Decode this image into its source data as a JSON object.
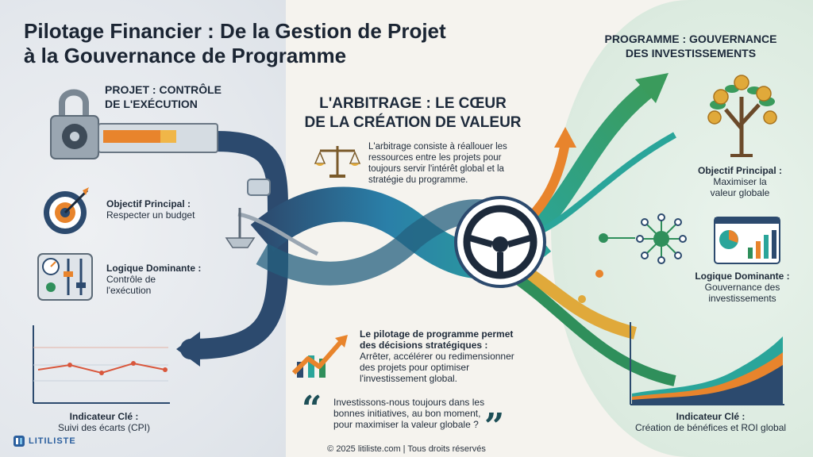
{
  "title_line1": "Pilotage Financier : De la Gestion de Projet",
  "title_line2": "à la Gouvernance de Programme",
  "left": {
    "heading_line1": "PROJET : CONTRÔLE",
    "heading_line2": "DE L'EXÉCUTION",
    "objective_label": "Objectif Principal :",
    "objective_value": "Respecter un budget",
    "logic_label": "Logique Dominante :",
    "logic_value_line1": "Contrôle de",
    "logic_value_line2": "l'exécution",
    "indicator_label": "Indicateur Clé :",
    "indicator_value": "Suivi des écarts (CPI)"
  },
  "center": {
    "heading_line1": "L'ARBITRAGE : LE CŒUR",
    "heading_line2": "DE LA CRÉATION DE VALEUR",
    "arbitrage_lines": [
      "L'arbitrage consiste à réallouer les",
      "ressources entre les projets pour",
      "toujours servir l'intérêt global et la",
      "stratégie du programme."
    ],
    "pilotage_bold_line1": "Le pilotage de programme permet",
    "pilotage_bold_line2": "des décisions stratégiques :",
    "pilotage_lines": [
      "Arrêter, accélérer ou redimensionner",
      "des projets pour optimiser",
      "l'investissement global."
    ],
    "quote_lines": [
      "Investissons-nous toujours dans les",
      "bonnes initiatives, au bon moment,",
      "pour maximiser la valeur globale ?"
    ]
  },
  "right": {
    "heading_line1": "PROGRAMME : GOUVERNANCE",
    "heading_line2": "DES INVESTISSEMENTS",
    "objective_label": "Objectif Principal :",
    "objective_value_line1": "Maximiser la",
    "objective_value_line2": "valeur globale",
    "logic_label": "Logique Dominante :",
    "logic_value_line1": "Gouvernance des",
    "logic_value_line2": "investissements",
    "indicator_label": "Indicateur Clé :",
    "indicator_value": "Création de bénéfices et ROI global"
  },
  "footer": "© 2025 litiliste.com | Tous droits réservés",
  "logo_text": "LITILISTE",
  "colors": {
    "navy": "#2c4a6e",
    "teal": "#2aa59a",
    "green": "#2f8f5b",
    "orange": "#e8842c",
    "gold": "#e0a93a"
  }
}
